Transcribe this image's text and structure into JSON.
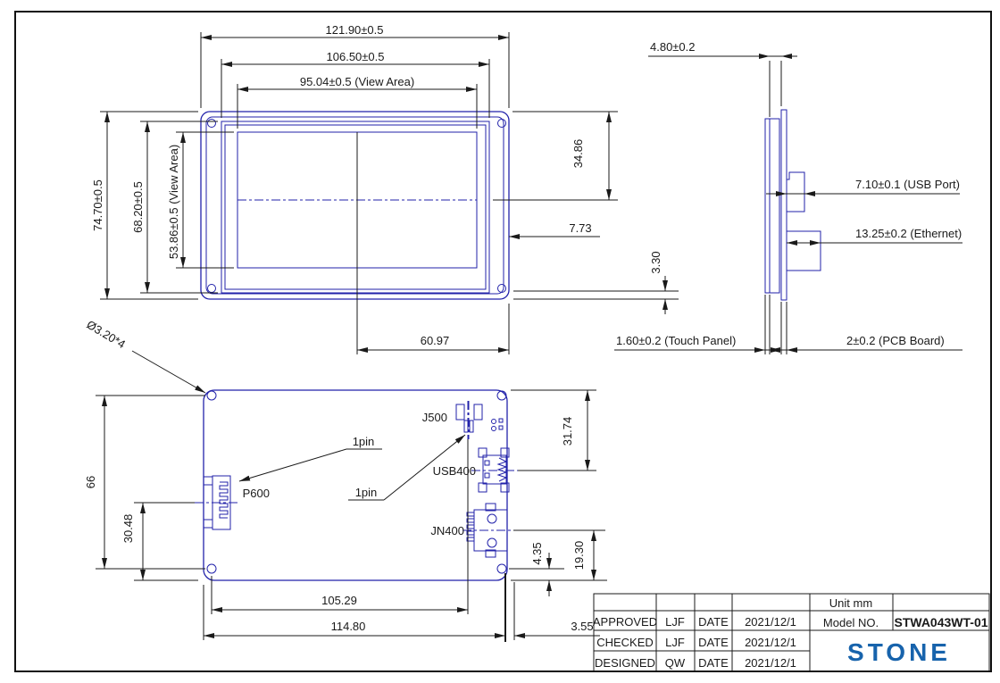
{
  "sheet": {
    "bg": "#ffffff",
    "frame_color": "#111111"
  },
  "colors": {
    "geometry_blue": "#2222aa",
    "dimension_black": "#1a1a1a",
    "logo_blue": "#1763ac"
  },
  "front_view": {
    "width_overall": "121.90±0.5",
    "width_glass": "106.50±0.5",
    "width_view_area": "95.04±0.5 (View Area)",
    "height_overall": "74.70±0.5",
    "height_glass": "68.20±0.5",
    "height_view_area": "53.86±0.5 (View Area)",
    "top_to_center": "34.86",
    "glass_to_frame_edge": "7.73",
    "bottom_gap": "3.30",
    "center_to_right_edge": "60.97"
  },
  "side_view": {
    "module_thickness": "4.80±0.2",
    "usb_port": "7.10±0.1 (USB Port)",
    "ethernet": "13.25±0.2 (Ethernet)",
    "touch_panel": "1.60±0.2 (Touch Panel)",
    "pcb_board": "2±0.2 (PCB Board)"
  },
  "back_view": {
    "hole_callout": "Ø3.20*4",
    "labels": {
      "j500": "J500",
      "usb400": "USB400",
      "jn400": "JN400",
      "p600": "P600",
      "pin_top": "1pin",
      "pin_bottom": "1pin"
    },
    "hole_span_vertical": "66",
    "p600_center_to_bottom": "30.48",
    "hole_to_j500": "105.29",
    "board_width": "114.80",
    "edge_offset": "3.55",
    "top_to_usb_center": "31.74",
    "jn400_center_to_bottom": "19.30",
    "hole_center_to_bottom": "4.35"
  },
  "title_block": {
    "unit_label": "Unit mm",
    "model_label": "Model NO.",
    "model_value": "STWA043WT-01",
    "logo": "STONE",
    "rows": [
      {
        "role": "APPROVED",
        "person": "LJF",
        "date_label": "DATE",
        "date": "2021/12/1"
      },
      {
        "role": "CHECKED",
        "person": "LJF",
        "date_label": "DATE",
        "date": "2021/12/1"
      },
      {
        "role": "DESIGNED",
        "person": "QW",
        "date_label": "DATE",
        "date": "2021/12/1"
      }
    ]
  }
}
